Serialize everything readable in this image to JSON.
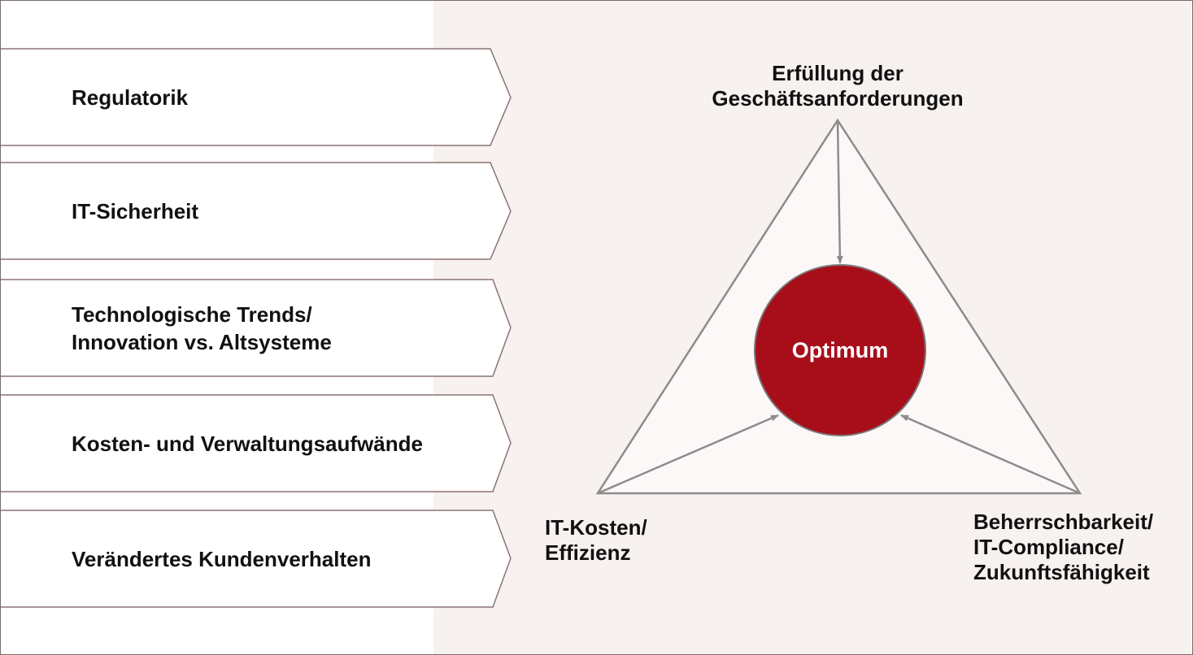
{
  "factors": [
    {
      "label": "Regulatorik"
    },
    {
      "label": "IT-Sicherheit"
    },
    {
      "label": "Technologische Trends/\nInnovation vs. Altsysteme"
    },
    {
      "label": "Kosten- und Verwaltungsaufwände"
    },
    {
      "label": "Verändertes Kundenverhalten"
    }
  ],
  "triangle": {
    "top_label": "Erfüllung der\nGeschäftsanforderungen",
    "left_label": "IT-Kosten/\nEffizienz",
    "right_label": "Beherrschbarkeit/\nIT-Compliance/\nZukunftsfähigkeit",
    "center_label": "Optimum"
  },
  "colors": {
    "panel_background": "#f7f1ef",
    "circle_fill": "#a80e1a",
    "line_color": "#8c8c8c",
    "box_border": "#8a7474"
  }
}
